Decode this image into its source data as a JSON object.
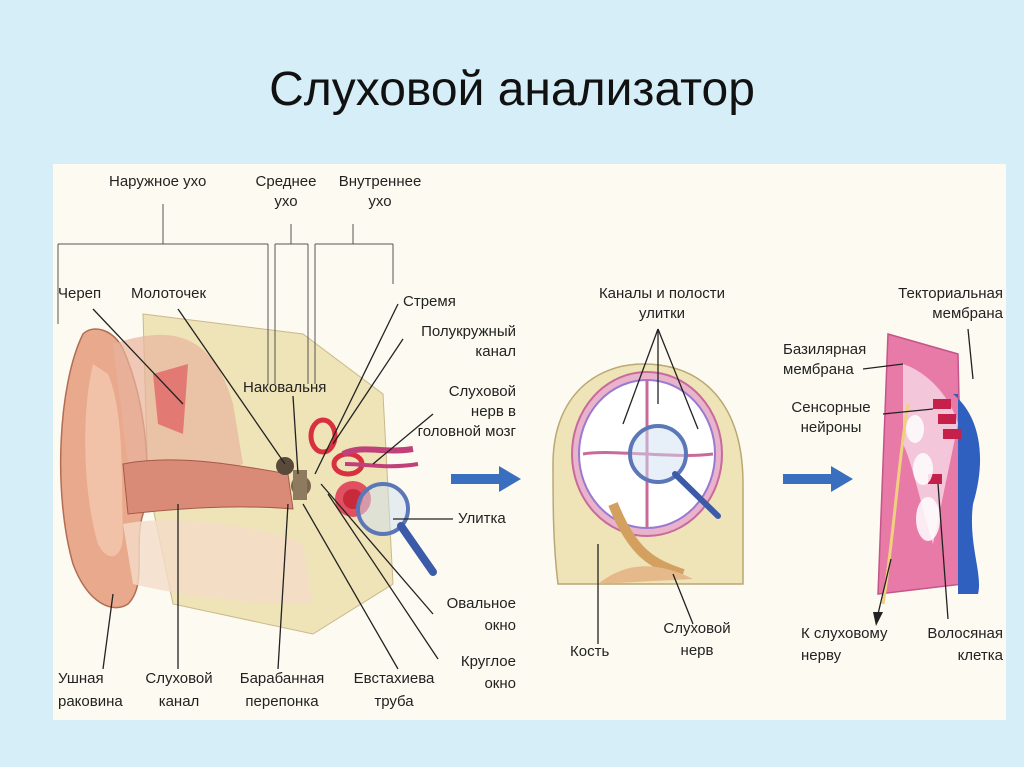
{
  "title": "Слуховой анализатор",
  "labels": {
    "outer_ear": "Наружное ухо",
    "middle_ear_1": "Среднее",
    "middle_ear_2": "ухо",
    "inner_ear_1": "Внутреннее",
    "inner_ear_2": "ухо",
    "skull": "Череп",
    "malleus": "Молоточек",
    "incus": "Наковальня",
    "stapes": "Стремя",
    "semicircular_1": "Полукружный",
    "semicircular_2": "канал",
    "aud_nerve_brain_1": "Слуховой",
    "aud_nerve_brain_2": "нерв в",
    "aud_nerve_brain_3": "головной мозг",
    "cochlea": "Улитка",
    "oval_window_1": "Овальное",
    "oval_window_2": "окно",
    "round_window_1": "Круглое",
    "round_window_2": "окно",
    "auricle_1": "Ушная",
    "auricle_2": "раковина",
    "aud_canal_1": "Слуховой",
    "aud_canal_2": "канал",
    "eardrum_1": "Барабанная",
    "eardrum_2": "перепонка",
    "eustachian_1": "Евстахиева",
    "eustachian_2": "труба",
    "cochlea_canals_1": "Каналы и полости",
    "cochlea_canals_2": "улитки",
    "bone": "Кость",
    "aud_nerve_1": "Слуховой",
    "aud_nerve_2": "нерв",
    "tectorial_1": "Текториальная",
    "tectorial_2": "мембрана",
    "basilar_1": "Базилярная",
    "basilar_2": "мембрана",
    "sensory_1": "Сенсорные",
    "sensory_2": "нейроны",
    "to_nerve_1": "К слуховому",
    "to_nerve_2": "нерву",
    "hair_cell_1": "Волосяная",
    "hair_cell_2": "клетка"
  },
  "colors": {
    "background": "#d6eef7",
    "panel": "#fdfbf1",
    "skin": "#e8a98c",
    "bone": "#efe3b8",
    "pink": "#e87aa8",
    "red": "#d9303f",
    "arrow_blue": "#3a6fc0"
  }
}
